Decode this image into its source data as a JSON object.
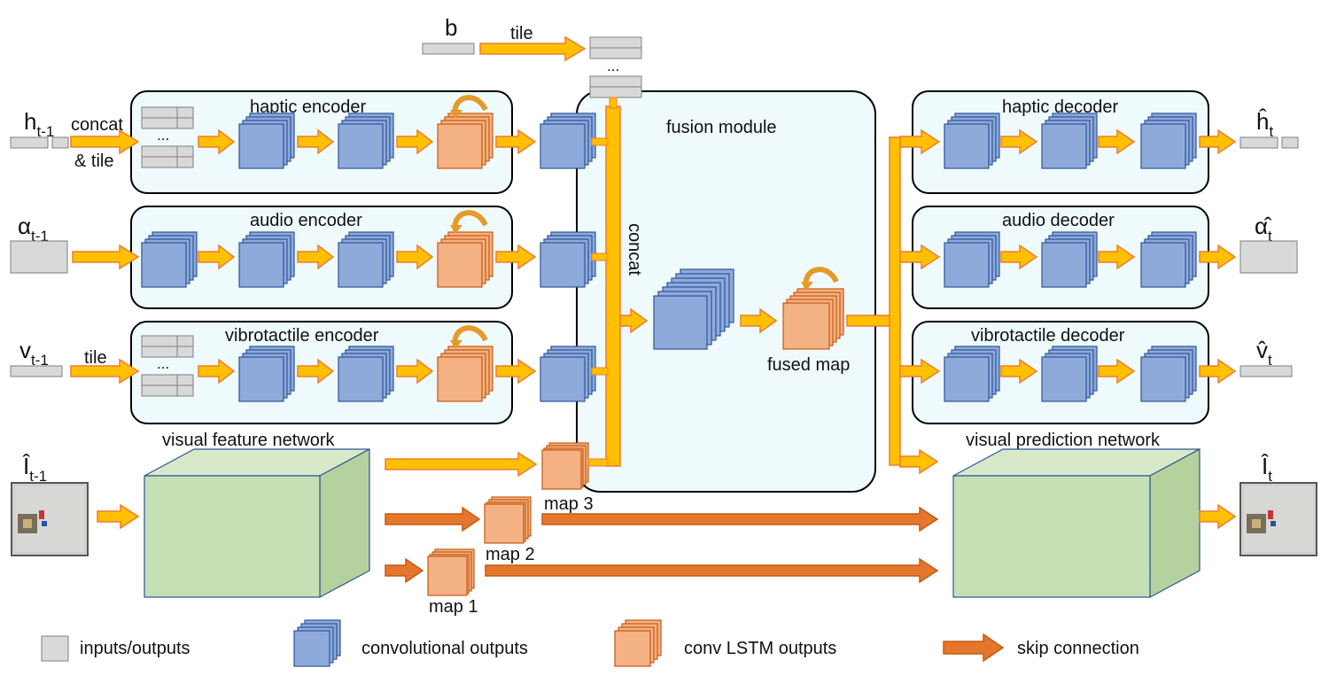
{
  "labels": {
    "b": "b",
    "tile_top": "tile",
    "dots_top": "...",
    "h_main": "h",
    "h_sub": "t-1",
    "a_main": "α",
    "a_sub": "t-1",
    "v_main": "v",
    "v_sub": "t-1",
    "i_main": "Î",
    "i_sub": "t-1",
    "concat_tile_1": "concat",
    "concat_tile_2": "& tile",
    "tile_v": "tile",
    "dots_h": "...",
    "dots_v": "...",
    "haptic_encoder": "haptic encoder",
    "audio_encoder": "audio encoder",
    "vibro_encoder": "vibrotactile encoder",
    "fusion_module": "fusion module",
    "concat_vertical": "concat",
    "fused_map": "fused map",
    "haptic_decoder": "haptic decoder",
    "audio_decoder": "audio decoder",
    "vibro_decoder": "vibrotactile decoder",
    "visual_feature_network": "visual feature network",
    "visual_prediction_network": "visual prediction network",
    "map1": "map 1",
    "map2": "map 2",
    "map3": "map 3",
    "h_out_main": "ĥ",
    "h_out_sub": "t",
    "a_out_main": "α̂",
    "a_out_sub": "t",
    "v_out_main": "v̂",
    "v_out_sub": "t",
    "i_out_main": "Î",
    "i_out_sub": "t"
  },
  "legend": {
    "inputs_outputs": "inputs/outputs",
    "conv_outputs": "convolutional outputs",
    "lstm_outputs": "conv LSTM outputs",
    "skip": "skip connection"
  },
  "colors": {
    "blue_fill": "#8eaadb",
    "blue_stroke": "#2f5597",
    "orange_fill": "#f4b183",
    "orange_stroke": "#c55a11",
    "arrow_fill": "#ffc000",
    "arrow_stroke": "#ed7d31",
    "skip_fill": "#e5772d",
    "green_fill": "#c5e0b4",
    "module_fill": "#eefafb",
    "gray_fill": "#d9d9d9"
  }
}
